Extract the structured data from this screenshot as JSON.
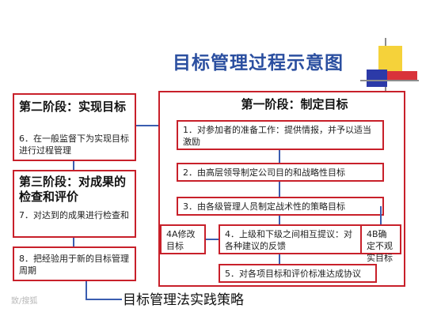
{
  "diagram": {
    "title": "目标管理过程示意图",
    "phase1": {
      "heading": "第一阶段：制定目标",
      "step1": "1．对参加者的准备工作：提供情报，并予以适当激励",
      "step2": "2．由高层领导制定公司目的和战略性目标",
      "step3": "3．由各级管理人员制定战术性的策略目标",
      "step4": "4．上级和下级之间相互提议：对各种建议的反馈",
      "step4a": "4A修改目标",
      "step4b": "4B确定不观实目标",
      "step5": "5．对各项目标和评价标准达成协议"
    },
    "phase2": {
      "heading": "第二阶段：实现目标",
      "step6": "6．在一般监督下为实现目标进行过程管理"
    },
    "phase3": {
      "heading": "第三阶段：对成果的检查和评价",
      "step7": "7．对达到的成果进行检查和"
    },
    "phase4": {
      "step8": "8．把经验用于新的目标管理周期"
    }
  },
  "caption": "目标管理法实践策略",
  "watermark": "致/搜狐"
}
